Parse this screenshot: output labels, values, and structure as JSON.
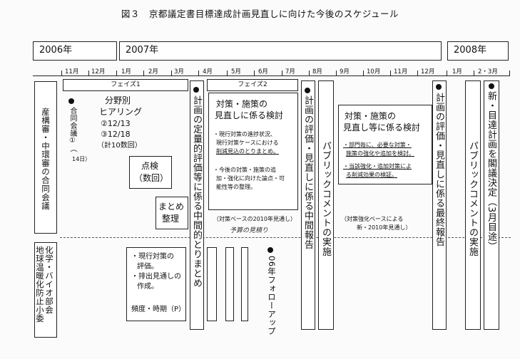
{
  "title": "図３　京都議定書目標達成計画見直しに向けた今後のスケジュール",
  "years": [
    "2006年",
    "2007年",
    "2008年"
  ],
  "months": [
    "11月",
    "12月",
    "1月",
    "2月",
    "3月",
    "4月",
    "5月",
    "6月",
    "7月",
    "8月",
    "9月",
    "10月",
    "11月",
    "12月",
    "1月",
    "2・3月"
  ],
  "left_labels": {
    "joint": "産構審・中環審の合同会議",
    "sub": [
      "化学・バイオ部会",
      "地球温暖化防止小委"
    ]
  },
  "phases": {
    "phase1": "フェイズ1",
    "phase2": "フェイズ2"
  },
  "joint_meeting": {
    "line1": "合同会議①（",
    "line2": "14日）"
  },
  "hearing": {
    "lines": [
      "分野別",
      "ヒアリング",
      "②12/13",
      "③12/18",
      "（計10数回）"
    ]
  },
  "check": {
    "lines": [
      "点検",
      "（数回）"
    ]
  },
  "summary": {
    "lines": [
      "まとめ",
      "整理"
    ]
  },
  "quantitative_eval": "計画の定量的評価等に係る中間的とりまとめ",
  "phase2_box": {
    "heading": [
      "対策・施策の",
      "見直しに係る検討"
    ],
    "bullet1": [
      "・現行対策の進捗状況、",
      "現行対策ケースにおける",
      "削減見込のとりまとめ。"
    ],
    "bullet2": [
      "・今後の対策・施策の追",
      "加・強化に向けた論点・可",
      "能性等の整理。"
    ]
  },
  "interim_report": "計画の評価・見直しに係る中間報告",
  "public_comment_1": "パブリックコメントの実施",
  "phase2_note": "（対策ベースの2010年見通し）",
  "handwritten_note": "予算の見積り",
  "phase3_box": {
    "heading": [
      "対策・施策の",
      "見直し等に係る検討"
    ],
    "bullet1": [
      "・部門毎に、必要な対策・",
      "施策の強化や追加を検討。"
    ],
    "bullet2": [
      "・当該強化・追加対策によ",
      "る削減効果の検証。"
    ]
  },
  "phase3_note": [
    "（対策強化ベースによる",
    "新・2010年見通し）"
  ],
  "final_report": "計画の評価・見直しに係る最終報告",
  "public_comment_2": "パブリックコメントの実施",
  "cabinet": "新・目達計画を閣議決定（3月目途）",
  "sub_box": {
    "lines": [
      "・現行対策の",
      "評価。",
      "・排出見通しの",
      "作成。",
      "",
      "頻度・時期（P）"
    ]
  },
  "followup": "06年フォローアップ"
}
